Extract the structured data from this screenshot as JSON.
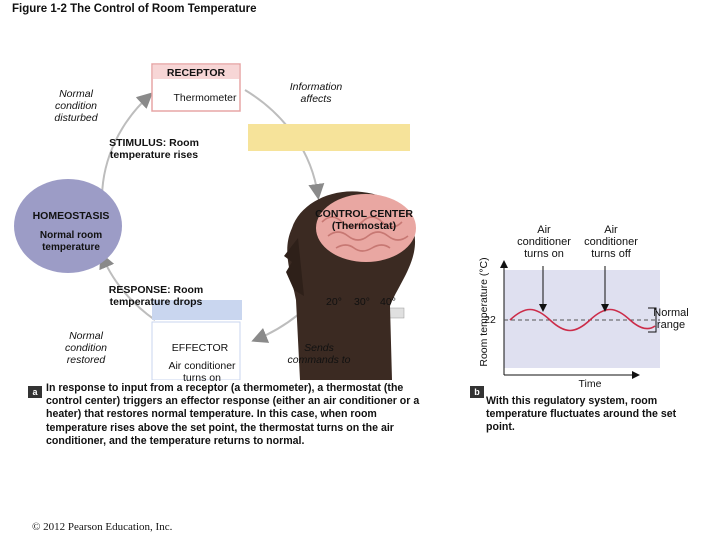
{
  "figure_title": "Figure 1-2  The Control of Room Temperature",
  "panel_a": {
    "marker": "a",
    "receptor_title": "RECEPTOR",
    "receptor_item": "Thermometer",
    "info_affects": "Information affects",
    "normal_disturbed": "Normal condition disturbed",
    "stimulus": "STIMULUS: Room temperature rises",
    "homeostasis_title": "HOMEOSTASIS",
    "homeostasis_sub": "Normal room temperature",
    "control_center": "CONTROL CENTER (Thermostat)",
    "thermostat_scale": [
      "20°",
      "30°",
      "40°"
    ],
    "response": "RESPONSE: Room temperature drops",
    "normal_restored": "Normal condition restored",
    "effector_title": "EFFECTOR",
    "effector_item": "Air conditioner turns on",
    "sends_commands": "Sends commands to",
    "caption": "In response to input from a receptor (a thermometer), a thermostat (the control center) triggers an effector response (either an air conditioner or a heater) that restores normal temperature. In this case, when room temperature rises above the set point, the thermostat turns on the air conditioner, and the temperature returns to normal."
  },
  "panel_b": {
    "marker": "b",
    "ylabel": "Room temperature (°C)",
    "xlabel": "Time",
    "y_tick": "22",
    "ac_on": "Air conditioner turns on",
    "ac_off": "Air conditioner turns off",
    "normal_range": "Normal range",
    "caption": "With this regulatory system, room temperature fluctuates around the set point."
  },
  "copyright": "© 2012 Pearson Education, Inc.",
  "colors": {
    "receptor_fill": "#f7d6d6",
    "receptor_border": "#e7a5a5",
    "stimulus_bar": "#f6e39a",
    "homeostasis_fill": "#9c9cc6",
    "effector_fill": "#c9d6ef",
    "graph_band": "#dfe0f0",
    "wave": "#cc2c49"
  }
}
